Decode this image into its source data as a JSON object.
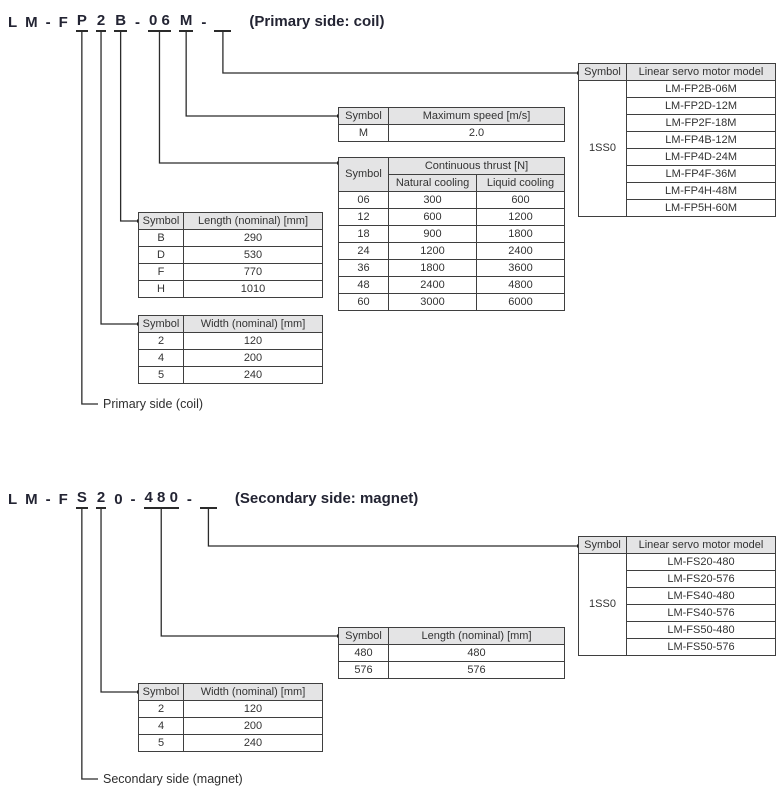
{
  "colors": {
    "title_text": "#232433",
    "table_text": "#333333",
    "table_border": "#3f3f3f",
    "header_bg": "#e4e4e5",
    "connector_line": "#2b2b2b"
  },
  "primary": {
    "code": [
      "L",
      "M",
      "-",
      "F",
      "P",
      "2",
      "B",
      "-",
      "0 6",
      "M",
      "-"
    ],
    "note": "(Primary side: coil)",
    "side_label": "Primary side (coil)",
    "model_table": {
      "headers": [
        "Symbol",
        "Linear servo motor model"
      ],
      "symbol": "1SS0",
      "models": [
        "LM-FP2B-06M",
        "LM-FP2D-12M",
        "LM-FP2F-18M",
        "LM-FP4B-12M",
        "LM-FP4D-24M",
        "LM-FP4F-36M",
        "LM-FP4H-48M",
        "LM-FP5H-60M"
      ]
    },
    "speed_table": {
      "headers": [
        "Symbol",
        "Maximum speed [m/s]"
      ],
      "rows": [
        {
          "symbol": "M",
          "value": "2.0"
        }
      ]
    },
    "thrust_table": {
      "header_symbol": "Symbol",
      "header_group": "Continuous thrust [N]",
      "subheaders": [
        "Natural cooling",
        "Liquid cooling"
      ],
      "rows": [
        {
          "symbol": "06",
          "natural": "300",
          "liquid": "600"
        },
        {
          "symbol": "12",
          "natural": "600",
          "liquid": "1200"
        },
        {
          "symbol": "18",
          "natural": "900",
          "liquid": "1800"
        },
        {
          "symbol": "24",
          "natural": "1200",
          "liquid": "2400"
        },
        {
          "symbol": "36",
          "natural": "1800",
          "liquid": "3600"
        },
        {
          "symbol": "48",
          "natural": "2400",
          "liquid": "4800"
        },
        {
          "symbol": "60",
          "natural": "3000",
          "liquid": "6000"
        }
      ]
    },
    "length_table": {
      "headers": [
        "Symbol",
        "Length (nominal) [mm]"
      ],
      "rows": [
        {
          "symbol": "B",
          "value": "290"
        },
        {
          "symbol": "D",
          "value": "530"
        },
        {
          "symbol": "F",
          "value": "770"
        },
        {
          "symbol": "H",
          "value": "1010"
        }
      ]
    },
    "width_table": {
      "headers": [
        "Symbol",
        "Width (nominal) [mm]"
      ],
      "rows": [
        {
          "symbol": "2",
          "value": "120"
        },
        {
          "symbol": "4",
          "value": "200"
        },
        {
          "symbol": "5",
          "value": "240"
        }
      ]
    }
  },
  "secondary": {
    "code": [
      "L",
      "M",
      "-",
      "F",
      "S",
      "2",
      "0",
      "-",
      "4 8 0",
      "-"
    ],
    "note": "(Secondary side: magnet)",
    "side_label": "Secondary side (magnet)",
    "model_table": {
      "headers": [
        "Symbol",
        "Linear servo motor model"
      ],
      "symbol": "1SS0",
      "models": [
        "LM-FS20-480",
        "LM-FS20-576",
        "LM-FS40-480",
        "LM-FS40-576",
        "LM-FS50-480",
        "LM-FS50-576"
      ]
    },
    "length_table": {
      "headers": [
        "Symbol",
        "Length (nominal) [mm]"
      ],
      "rows": [
        {
          "symbol": "480",
          "value": "480"
        },
        {
          "symbol": "576",
          "value": "576"
        }
      ]
    },
    "width_table": {
      "headers": [
        "Symbol",
        "Width (nominal) [mm]"
      ],
      "rows": [
        {
          "symbol": "2",
          "value": "120"
        },
        {
          "symbol": "4",
          "value": "200"
        },
        {
          "symbol": "5",
          "value": "240"
        }
      ]
    }
  }
}
